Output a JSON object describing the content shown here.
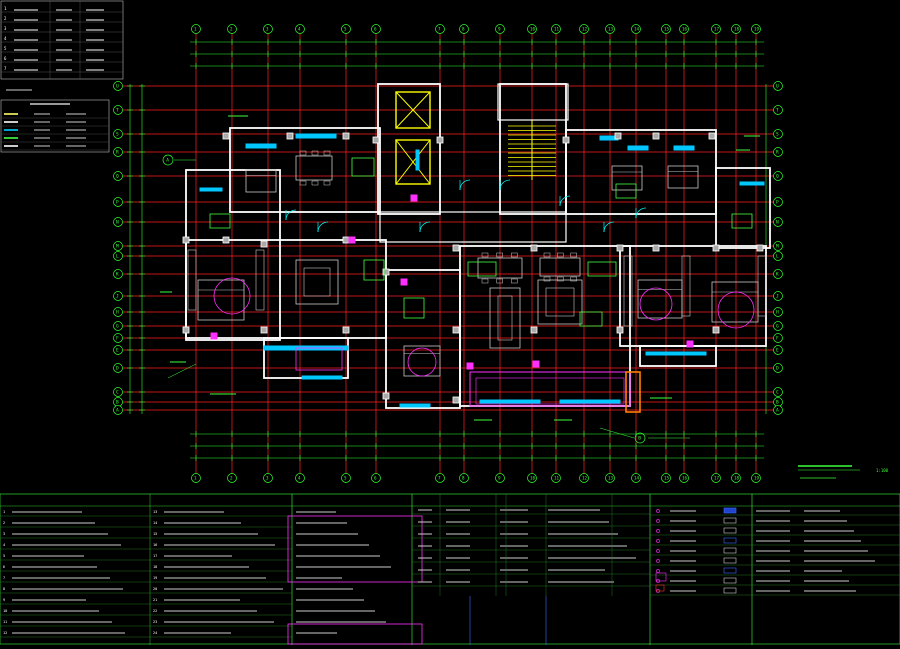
{
  "colors": {
    "background": "#000000",
    "axis": "#ff2020",
    "dimension": "#30ff30",
    "wall": "#ffffff",
    "furniture": "#c8c8c8",
    "glass": "#00c8ff",
    "stair": "#ffff00",
    "symbol": "#ff30ff",
    "frame": "#ff8000"
  },
  "top_table": {
    "rows": [
      "1",
      "2",
      "3",
      "4",
      "5",
      "6",
      "7"
    ]
  },
  "grid_axes": {
    "letters": [
      "U",
      "T",
      "S",
      "R",
      "Q",
      "P",
      "N",
      "M",
      "L",
      "K",
      "J",
      "H",
      "G",
      "F",
      "E",
      "D",
      "C",
      "B",
      "A"
    ],
    "numbers": [
      "1",
      "2",
      "3",
      "4",
      "5",
      "6",
      "7",
      "8",
      "9",
      "10",
      "11",
      "12",
      "13",
      "14",
      "15",
      "16",
      "17",
      "18",
      "19"
    ]
  },
  "callouts": [
    "A",
    "B"
  ],
  "drawing": {
    "title_mark": "1:100"
  },
  "notes_rows": [
    "1",
    "2",
    "3",
    "4",
    "5",
    "6",
    "7",
    "8",
    "9",
    "10",
    "11",
    "12"
  ]
}
